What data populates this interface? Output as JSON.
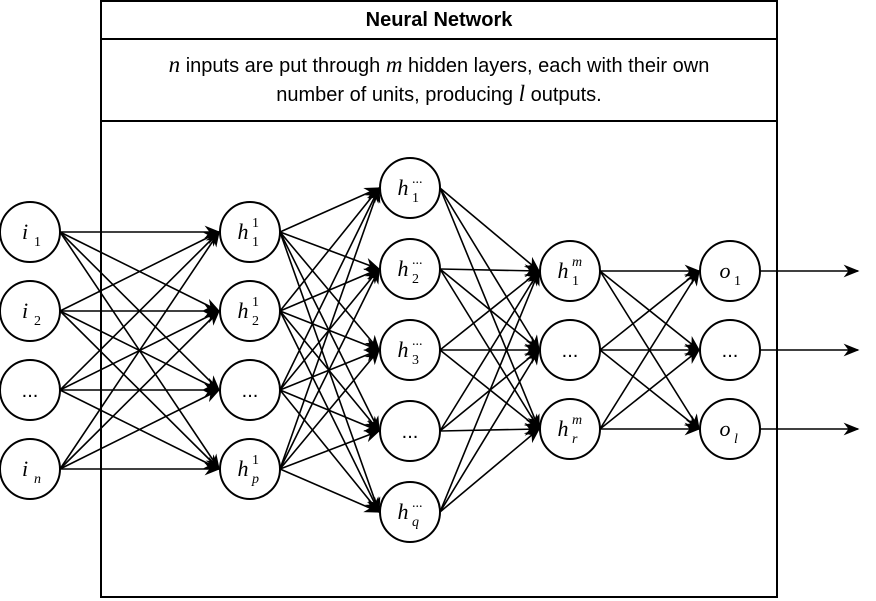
{
  "title": "Neural Network",
  "description": {
    "part1": "n",
    "part2": " inputs are put through ",
    "part3": "m",
    "part4": " hidden layers, each with their own",
    "part5": "number of units, producing ",
    "part6": "l",
    "part7": " outputs."
  },
  "layers": [
    {
      "name": "input",
      "nodes": [
        {
          "main": "i",
          "sub": "1",
          "sup": ""
        },
        {
          "main": "i",
          "sub": "2",
          "sup": ""
        },
        {
          "main": "",
          "sub": "",
          "sup": "",
          "dots": "..."
        },
        {
          "main": "i",
          "sub": "n",
          "sup": ""
        }
      ]
    },
    {
      "name": "hidden-1",
      "nodes": [
        {
          "main": "h",
          "sub": "1",
          "sup": "1"
        },
        {
          "main": "h",
          "sub": "2",
          "sup": "1"
        },
        {
          "main": "",
          "sub": "",
          "sup": "",
          "dots": "..."
        },
        {
          "main": "h",
          "sub": "p",
          "sup": "1"
        }
      ]
    },
    {
      "name": "hidden-middle",
      "nodes": [
        {
          "main": "h",
          "sub": "1",
          "sup": "..."
        },
        {
          "main": "h",
          "sub": "2",
          "sup": "..."
        },
        {
          "main": "h",
          "sub": "3",
          "sup": "..."
        },
        {
          "main": "",
          "sub": "",
          "sup": "",
          "dots": "..."
        },
        {
          "main": "h",
          "sub": "q",
          "sup": "..."
        }
      ]
    },
    {
      "name": "hidden-m",
      "nodes": [
        {
          "main": "h",
          "sub": "1",
          "sup": "m"
        },
        {
          "main": "",
          "sub": "",
          "sup": "",
          "dots": "..."
        },
        {
          "main": "h",
          "sub": "r",
          "sup": "m"
        }
      ]
    },
    {
      "name": "output",
      "nodes": [
        {
          "main": "o",
          "sub": "1",
          "sup": ""
        },
        {
          "main": "",
          "sub": "",
          "sup": "",
          "dots": "..."
        },
        {
          "main": "o",
          "sub": "l",
          "sup": ""
        }
      ]
    }
  ],
  "colors": {
    "stroke": "#000000",
    "background": "#ffffff"
  }
}
